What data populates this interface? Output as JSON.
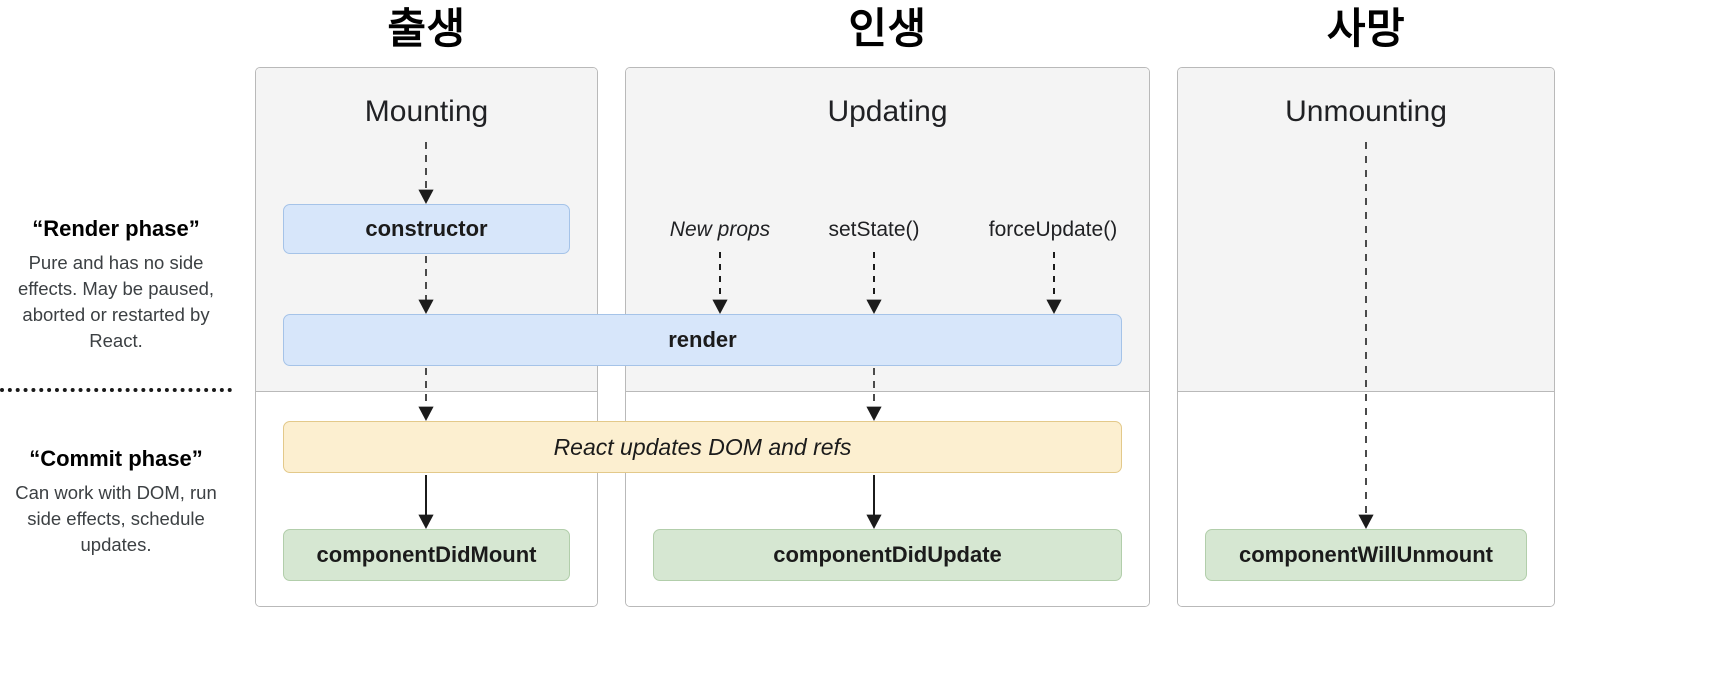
{
  "stages": [
    {
      "id": "birth",
      "caption": "출생"
    },
    {
      "id": "life",
      "caption": "인생"
    },
    {
      "id": "death",
      "caption": "사망"
    }
  ],
  "sidebar": {
    "render_phase": {
      "title": "“Render phase”",
      "description": "Pure and has no side effects. May be paused, aborted or restarted by React."
    },
    "commit_phase": {
      "title": "“Commit phase”",
      "description": "Can work with DOM, run side effects, schedule updates."
    }
  },
  "columns": [
    {
      "id": "mounting",
      "title": "Mounting"
    },
    {
      "id": "updating",
      "title": "Updating"
    },
    {
      "id": "unmounting",
      "title": "Unmounting"
    }
  ],
  "triggers": [
    {
      "id": "new-props",
      "label": "New props",
      "italic": true
    },
    {
      "id": "set-state",
      "label": "setState()",
      "italic": false
    },
    {
      "id": "force-update",
      "label": "forceUpdate()",
      "italic": false
    }
  ],
  "nodes": {
    "constructor": "constructor",
    "render": "render",
    "react_updates": "React updates DOM and refs",
    "did_mount": "componentDidMount",
    "did_update": "componentDidUpdate",
    "will_unmount": "componentWillUnmount"
  },
  "colors": {
    "blue_fill": "#d7e6fa",
    "blue_border": "#a5c3e8",
    "yellow_fill": "#fcefd0",
    "yellow_border": "#e3c98a",
    "green_fill": "#d6e7d2",
    "green_border": "#b2ceab",
    "panel_fill": "#f4f4f4",
    "panel_border": "#b9b9b9",
    "text": "#202124"
  }
}
